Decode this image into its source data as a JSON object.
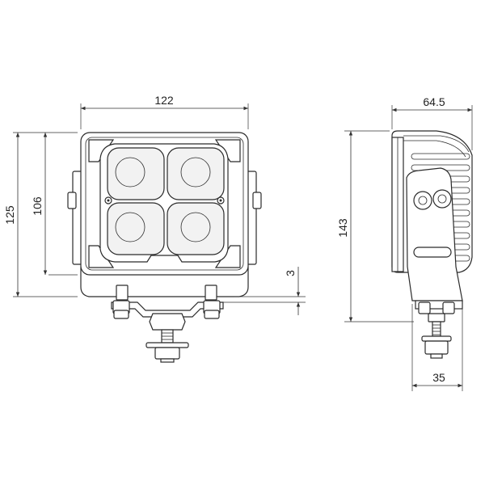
{
  "dimensions": {
    "front_width": "122",
    "front_height_overall": "125",
    "front_height_inner": "106",
    "mount_offset": "3",
    "side_depth": "64.5",
    "side_height_overall": "143",
    "side_bracket_width": "35"
  },
  "colors": {
    "line": "#2b2b2b",
    "background": "#ffffff"
  }
}
